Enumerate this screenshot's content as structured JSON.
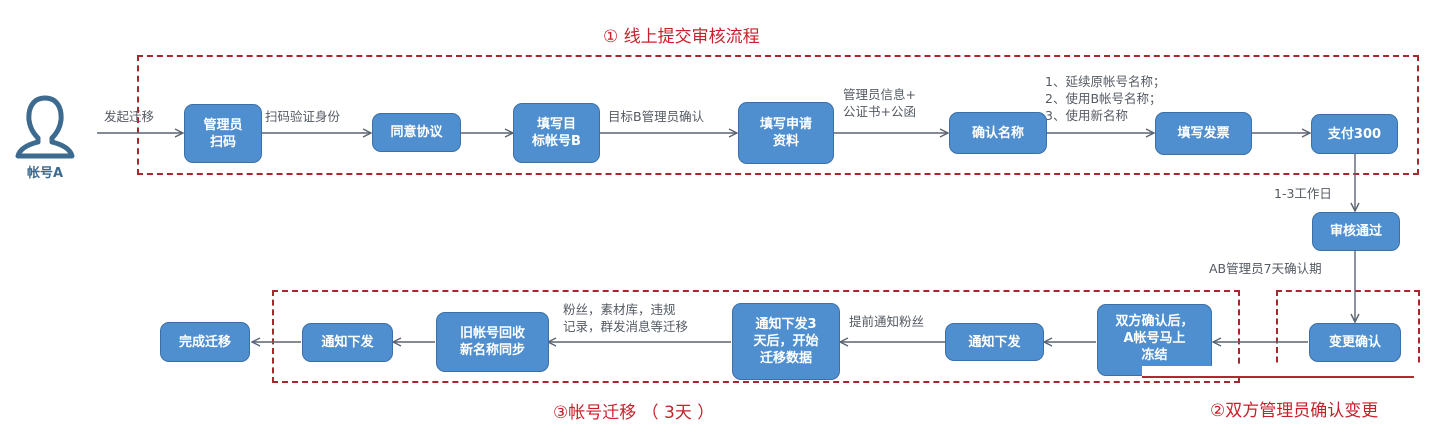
{
  "sections": {
    "online_review": {
      "title": "① 线上提交审核流程"
    },
    "admin_confirm": {
      "title": "②双方管理员确认变更"
    },
    "migration": {
      "title": "③帐号迁移 （ 3天 ）"
    }
  },
  "actor": {
    "label": "帐号A",
    "icon": "user-icon"
  },
  "nodes": {
    "admin_scan": "管理员\n扫码",
    "agree": "同意协议",
    "fill_target": "填写目\n标帐号B",
    "fill_application": "填写申请\n资料",
    "confirm_name": "确认名称",
    "fill_invoice": "填写发票",
    "pay": "支付300",
    "approved": "审核通过",
    "change_confirm": "变更确认",
    "both_confirmed": "双方确认后，\nA帐号马上\n冻结",
    "notify_1": "通知下发",
    "notify_3days": "通知下发3\n天后，开始\n迁移数据",
    "old_recycle": "旧帐号回收\n新名称同步",
    "notify_2": "通知下发",
    "complete": "完成迁移"
  },
  "edge_labels": {
    "start": "发起迁移",
    "scan_verify": "扫码验证身份",
    "target_b_confirm": "目标B管理员确认",
    "docs": "管理员信息+\n公证书+公函",
    "name_options": "1、延续原帐号名称；\n2、使用B帐号名称；\n3、使用新名称",
    "work_days": "1-3工作日",
    "confirm_period": "AB管理员7天确认期",
    "notify_fans": "提前通知粉丝",
    "migrate_items": "粉丝，素材库，违规\n记录，群发消息等迁移"
  },
  "colors": {
    "node_fill": "#4f8fd0",
    "node_border": "#3a6fa8",
    "dash": "#a8262c",
    "title_red": "#c8202a",
    "arrow": "#5a6470",
    "icon": "#3d6a8f"
  }
}
